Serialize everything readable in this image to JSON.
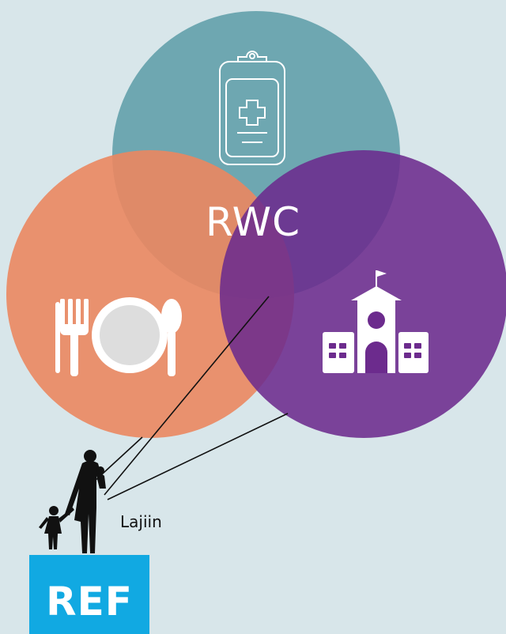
{
  "diagram": {
    "center_label": "RWC",
    "person_label": "Lajiin",
    "circles": [
      {
        "name": "health",
        "color": "#5e9ea8",
        "icon": "medical-clipboard-icon"
      },
      {
        "name": "food",
        "color": "#eb8760",
        "icon": "fork-plate-spoon-icon"
      },
      {
        "name": "school",
        "color": "#6c2b8d",
        "icon": "school-building-icon"
      }
    ],
    "line_color": "#111111"
  },
  "logo": {
    "text": "REF",
    "color": "#11a9e2"
  }
}
